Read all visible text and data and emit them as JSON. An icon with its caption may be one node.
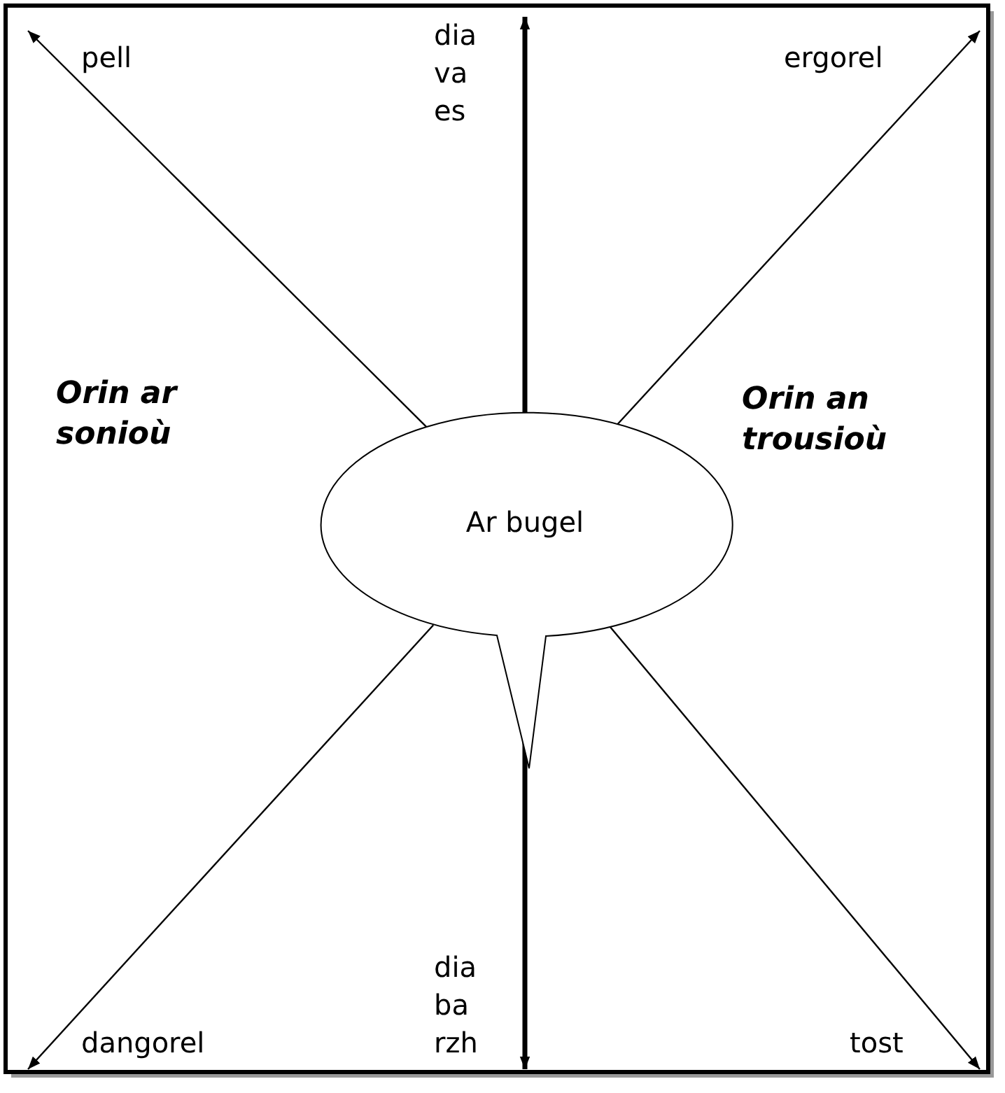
{
  "diagram": {
    "nodes": [
      {
        "text": [
          "Ar bugel"
        ]
      },
      {
        "text": [
          "pell"
        ]
      },
      {
        "text": [
          "dia va es"
        ]
      },
      {
        "text": [
          "ergorel"
        ]
      },
      {
        "text": [
          "dangorel"
        ]
      },
      {
        "text": [
          "dia barzh"
        ]
      },
      {
        "text": [
          "tost"
        ]
      }
    ],
    "edges": [
      {
        "from": 0,
        "to": 1,
        "arrow": "to"
      },
      {
        "from": 0,
        "to": 2,
        "arrow": "to",
        "style": "thick"
      },
      {
        "from": 0,
        "to": 3,
        "arrow": "to"
      },
      {
        "from": 0,
        "to": 4,
        "arrow": "to"
      },
      {
        "from": 0,
        "to": 5,
        "arrow": "to",
        "style": "thick"
      },
      {
        "from": 0,
        "to": 6,
        "arrow": "to"
      }
    ],
    "labels": [
      "Orin ar sonioù",
      "Orin an trousioù"
    ]
  }
}
